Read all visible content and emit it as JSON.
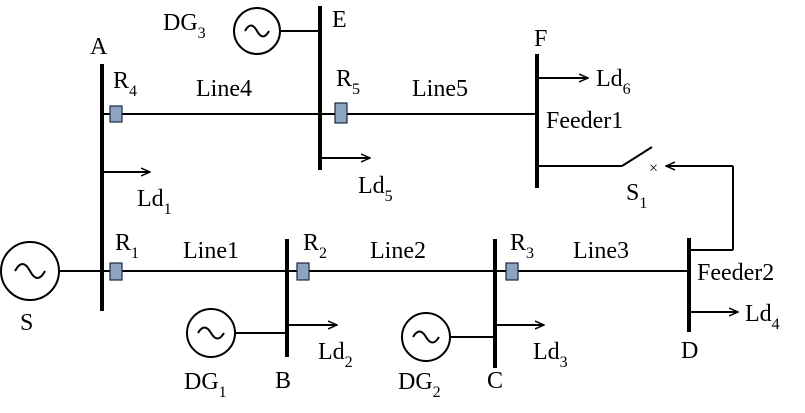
{
  "buses": {
    "A": "A",
    "B": "B",
    "C": "C",
    "D": "D",
    "E": "E",
    "F": "F"
  },
  "source": "S",
  "generators": [
    {
      "base": "DG",
      "sub": "1"
    },
    {
      "base": "DG",
      "sub": "2"
    },
    {
      "base": "DG",
      "sub": "3"
    }
  ],
  "relays": [
    {
      "base": "R",
      "sub": "1"
    },
    {
      "base": "R",
      "sub": "2"
    },
    {
      "base": "R",
      "sub": "3"
    },
    {
      "base": "R",
      "sub": "4"
    },
    {
      "base": "R",
      "sub": "5"
    }
  ],
  "lines": [
    "Line1",
    "Line2",
    "Line3",
    "Line4",
    "Line5"
  ],
  "loads": [
    {
      "base": "Ld",
      "sub": "1"
    },
    {
      "base": "Ld",
      "sub": "2"
    },
    {
      "base": "Ld",
      "sub": "3"
    },
    {
      "base": "Ld",
      "sub": "4"
    },
    {
      "base": "Ld",
      "sub": "5"
    },
    {
      "base": "Ld",
      "sub": "6"
    }
  ],
  "feeders": [
    "Feeder1",
    "Feeder2"
  ],
  "switch": {
    "base": "S",
    "sub": "1"
  }
}
